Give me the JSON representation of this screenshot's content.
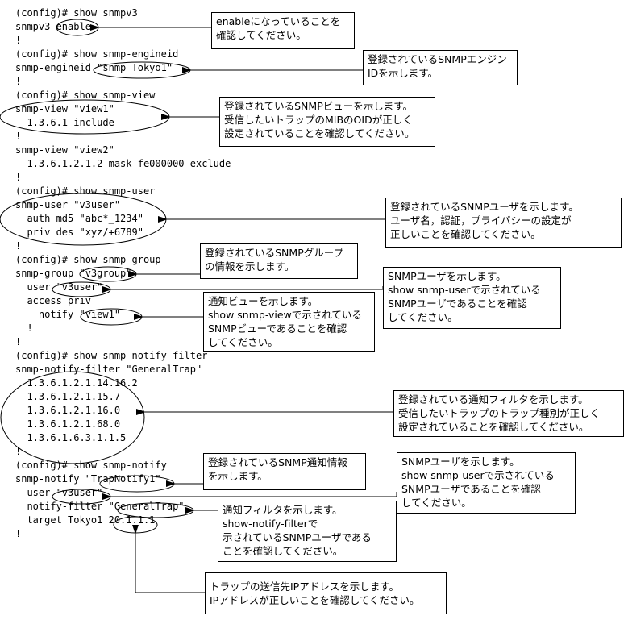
{
  "config_lines": [
    "(config)# show snmpv3",
    "snmpv3 enable",
    "!",
    "(config)# show snmp-engineid",
    "snmp-engineid \"snmp_Tokyo1\"",
    "!",
    "(config)# show snmp-view",
    "snmp-view \"view1\"",
    "  1.3.6.1 include",
    "!",
    "snmp-view \"view2\"",
    "  1.3.6.1.2.1.2 mask fe000000 exclude",
    "!",
    "(config)# show snmp-user",
    "snmp-user \"v3user\"",
    "  auth md5 \"abc*_1234\"",
    "  priv des \"xyz/+6789\"",
    "!",
    "(config)# show snmp-group",
    "snmp-group \"v3group\"",
    "  user \"v3user\"",
    "  access priv",
    "    notify \"view1\"",
    "  !",
    "!",
    "(config)# show snmp-notify-filter",
    "snmp-notify-filter \"GeneralTrap\"",
    "  1.3.6.1.2.1.14.16.2",
    "  1.3.6.1.2.1.15.7",
    "  1.3.6.1.2.1.16.0",
    "  1.3.6.1.2.1.68.0",
    "  1.3.6.1.6.3.1.1.5",
    "!",
    "(config)# show snmp-notify",
    "snmp-notify \"TrapNotify1\"",
    "  user \"v3user\"",
    "  notify-filter \"GeneralTrap\"",
    "  target Tokyo1 20.1.1.1",
    "!"
  ],
  "callouts": {
    "snmpv3": "enableになっていることを\n確認してください。",
    "engineid": "登録されているSNMPエンジン\nIDを示します。",
    "view": "登録されているSNMPビューを示します。\n受信したいトラップのMIBのOIDが正しく\n設定されていることを確認してください。",
    "user": "登録されているSNMPユーザを示します。\nユーザ名，認証，プライバシーの設定が\n正しいことを確認してください。",
    "group": "登録されているSNMPグループ\nの情報を示します。",
    "group_user": "SNMPユーザを示します。\nshow snmp-userで示されている\nSNMPユーザであることを確認\nしてください。",
    "notify_view": "通知ビューを示します。\nshow snmp-viewで示されている\nSNMPビューであることを確認\nしてください。",
    "notify_filter": "登録されている通知フィルタを示します。\n受信したいトラップのトラップ種別が正しく\n設定されていることを確認してください。",
    "notify": "登録されているSNMP通知情報\nを示します。",
    "notify_user": "SNMPユーザを示します。\nshow snmp-userで示されている\nSNMPユーザであることを確認\nしてください。",
    "notify_filter_ref": "通知フィルタを示します。\nshow-notify-filterで\n示されているSNMPユーザである\nことを確認してください。",
    "target": "トラップの送信先IPアドレスを示します。\nIPアドレスが正しいことを確認してください。"
  }
}
